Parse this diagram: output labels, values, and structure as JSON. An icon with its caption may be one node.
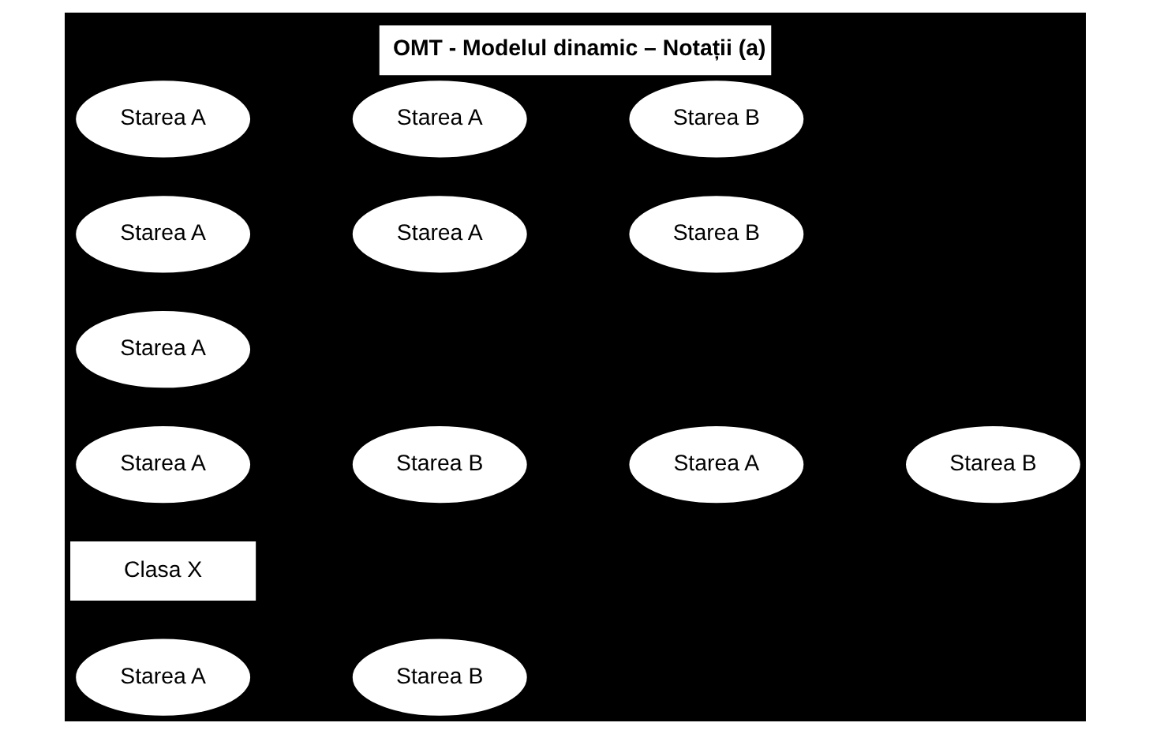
{
  "diagram": {
    "title": "OMT - Modelul dinamic – Notații (a)",
    "nodes": [
      {
        "text": [
          "Starea A"
        ]
      },
      {
        "text": [
          "Starea A"
        ]
      },
      {
        "text": [
          "Starea B"
        ]
      },
      {
        "text": [
          "Starea A"
        ]
      },
      {
        "text": [
          "Starea A"
        ]
      },
      {
        "text": [
          "Starea B"
        ]
      },
      {
        "text": [
          "Starea A"
        ]
      },
      {
        "text": [
          "Starea A"
        ]
      },
      {
        "text": [
          "Starea B"
        ]
      },
      {
        "text": [
          "Starea A"
        ]
      },
      {
        "text": [
          "Starea B"
        ]
      },
      {
        "text": [
          "Clasa X"
        ]
      },
      {
        "text": [
          "Starea A"
        ]
      },
      {
        "text": [
          "Starea B"
        ]
      }
    ],
    "edges": []
  }
}
